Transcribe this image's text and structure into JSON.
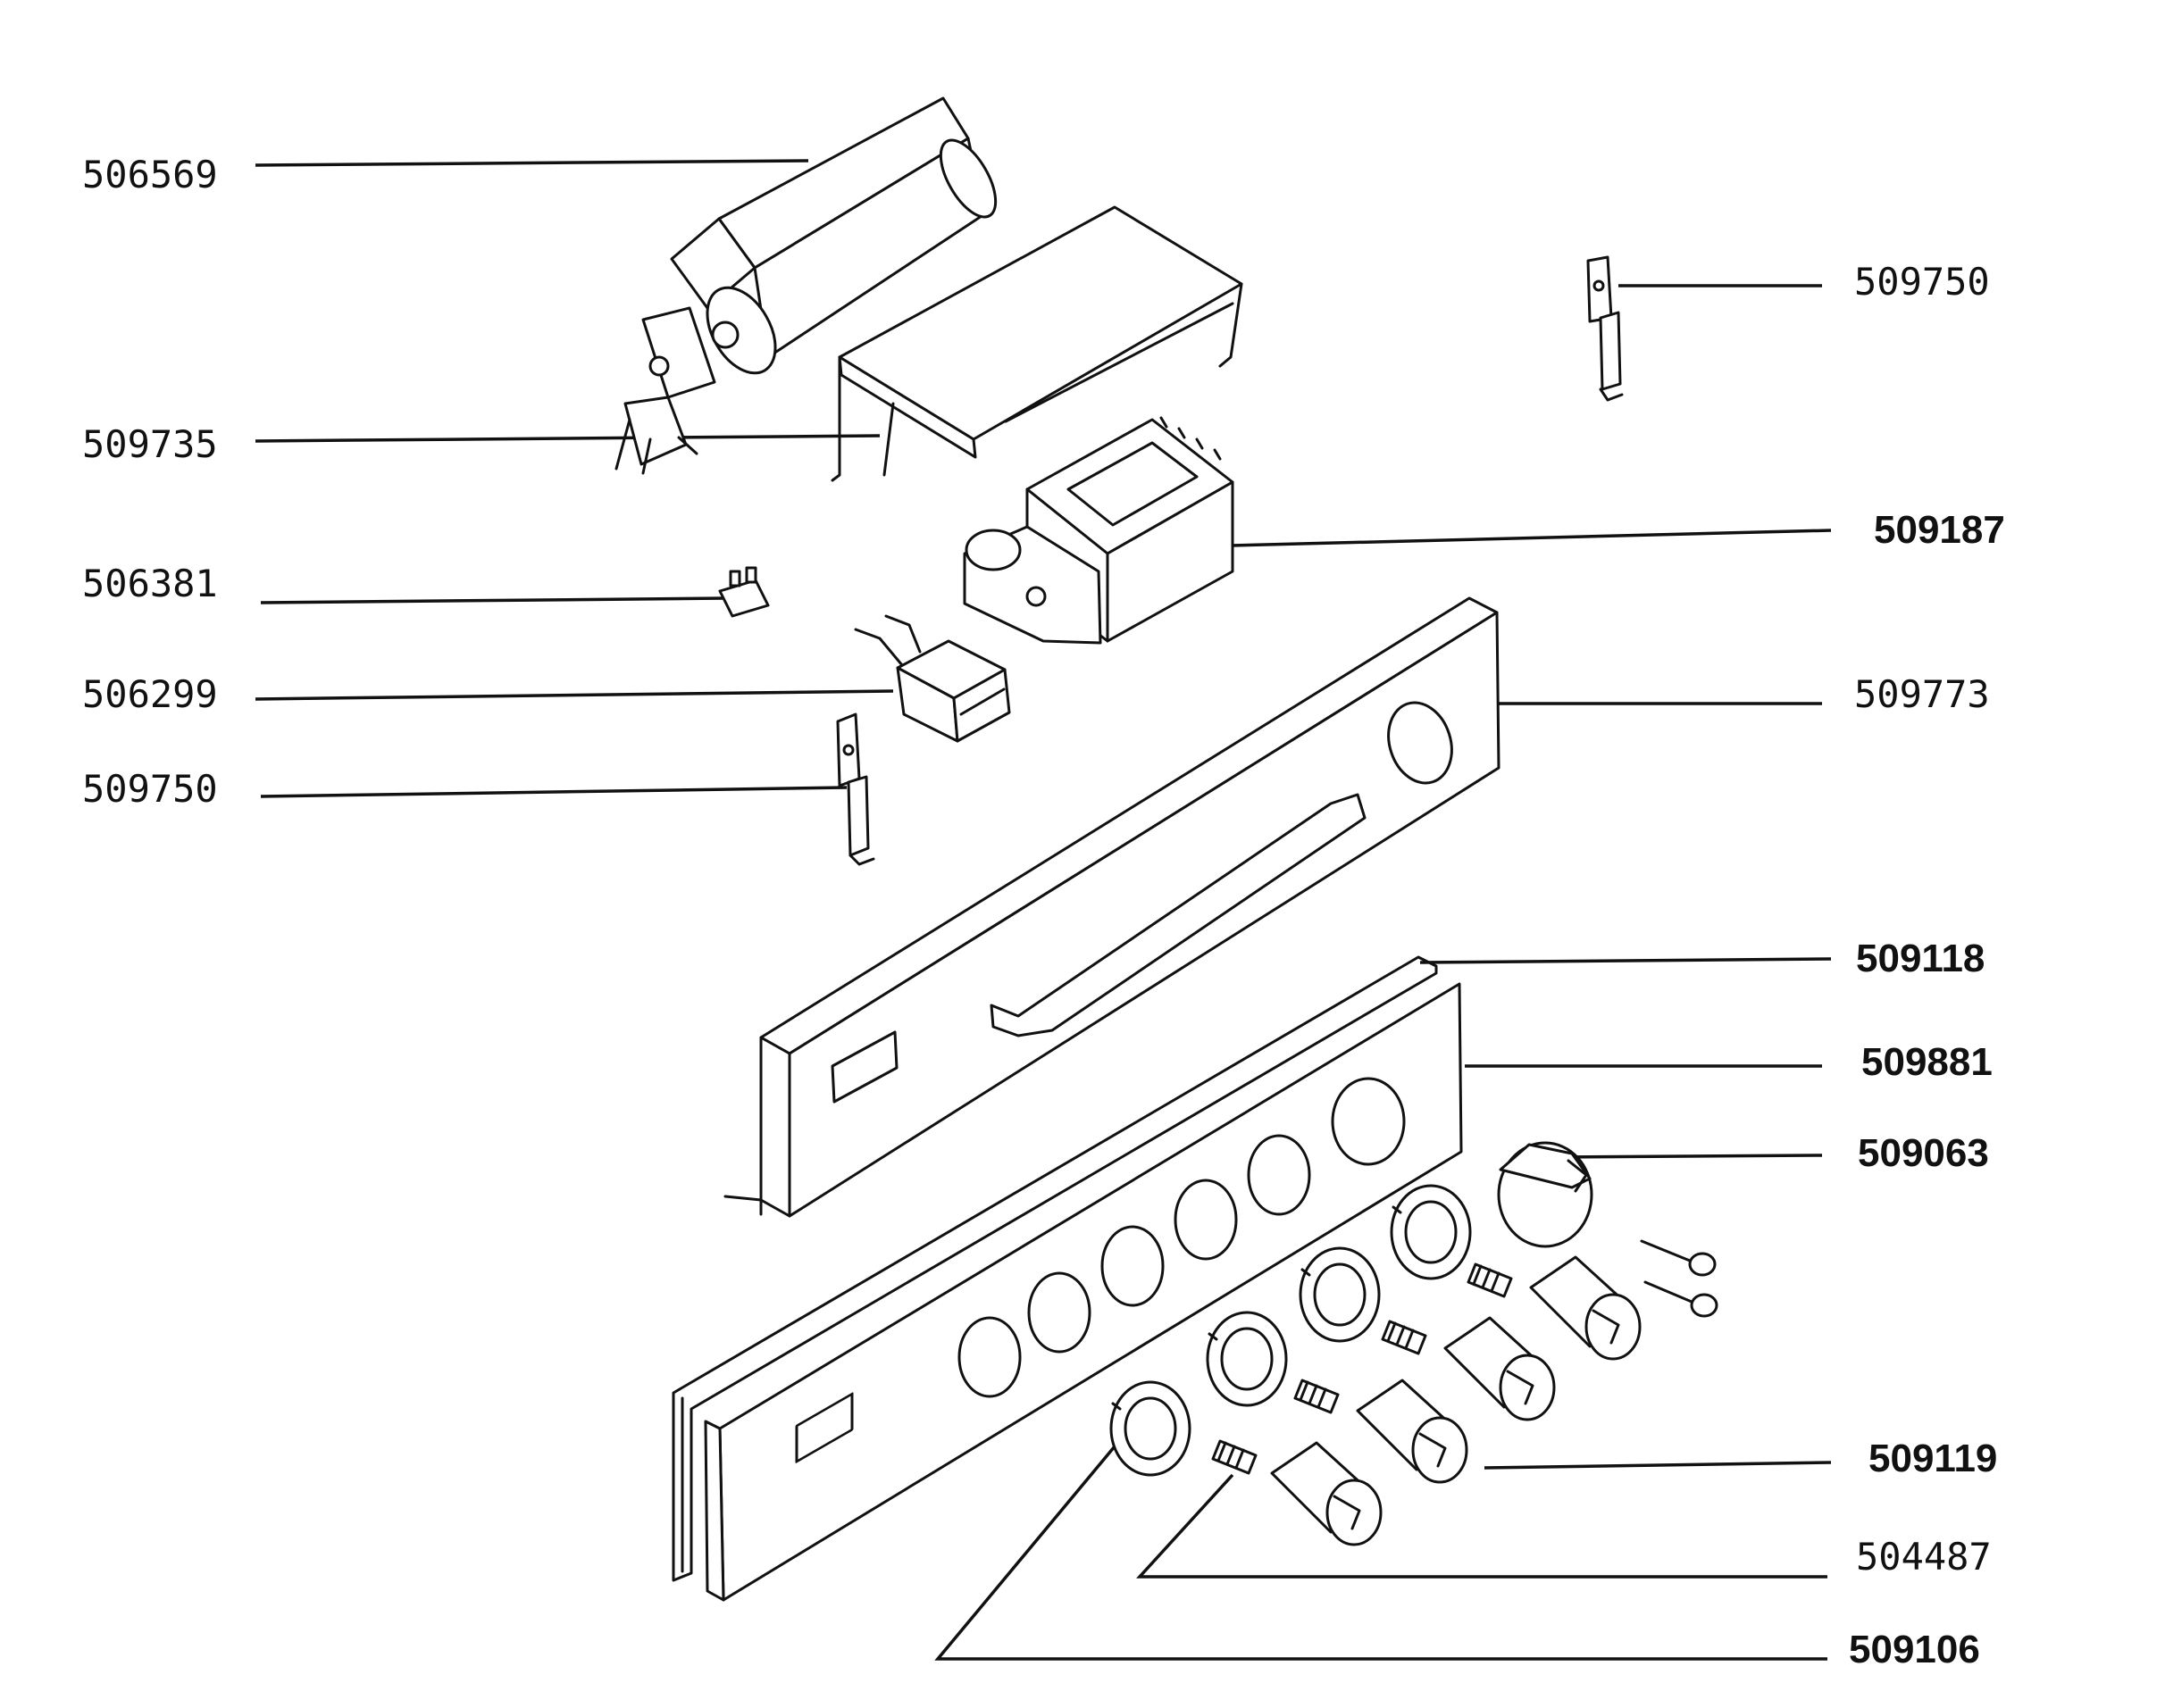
{
  "labels": {
    "l506569": "506569",
    "l509735": "509735",
    "l506381": "506381",
    "l506299": "506299",
    "l509750_left": "509750",
    "l509750_right": "509750",
    "l509187": "509187",
    "l509773": "509773",
    "l509118": "509118",
    "l509881": "509881",
    "l509063": "509063",
    "l509119": "509119",
    "l504487": "504487",
    "l509106": "509106"
  }
}
